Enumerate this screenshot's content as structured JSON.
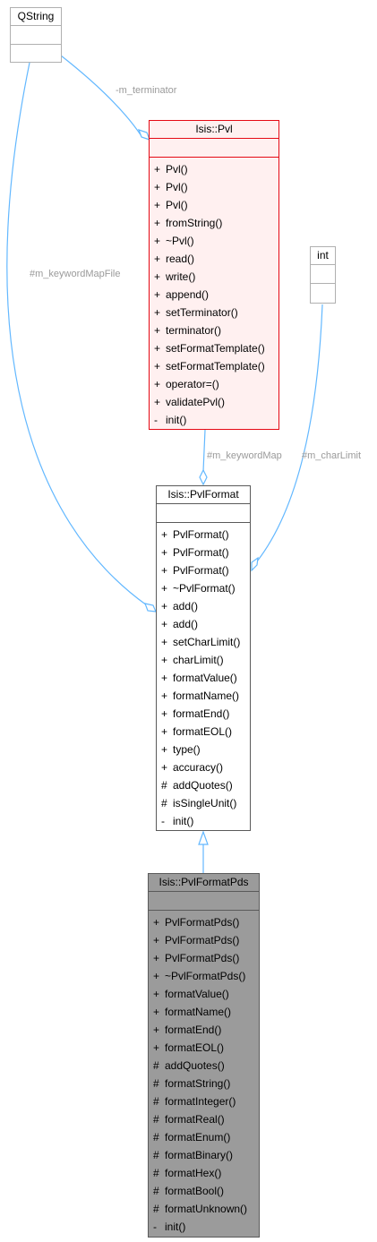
{
  "classes": {
    "qstring": {
      "name": "QString"
    },
    "int": {
      "name": "int"
    },
    "pvl": {
      "name": "Isis::Pvl",
      "ops": [
        {
          "vis": "+",
          "name": "Pvl()"
        },
        {
          "vis": "+",
          "name": "Pvl()"
        },
        {
          "vis": "+",
          "name": "Pvl()"
        },
        {
          "vis": "+",
          "name": "fromString()"
        },
        {
          "vis": "+",
          "name": "~Pvl()"
        },
        {
          "vis": "+",
          "name": "read()"
        },
        {
          "vis": "+",
          "name": "write()"
        },
        {
          "vis": "+",
          "name": "append()"
        },
        {
          "vis": "+",
          "name": "setTerminator()"
        },
        {
          "vis": "+",
          "name": "terminator()"
        },
        {
          "vis": "+",
          "name": "setFormatTemplate()"
        },
        {
          "vis": "+",
          "name": "setFormatTemplate()"
        },
        {
          "vis": "+",
          "name": "operator=()"
        },
        {
          "vis": "+",
          "name": "validatePvl()"
        },
        {
          "vis": "-",
          "name": "init()"
        }
      ]
    },
    "pvlformat": {
      "name": "Isis::PvlFormat",
      "ops": [
        {
          "vis": "+",
          "name": "PvlFormat()"
        },
        {
          "vis": "+",
          "name": "PvlFormat()"
        },
        {
          "vis": "+",
          "name": "PvlFormat()"
        },
        {
          "vis": "+",
          "name": "~PvlFormat()"
        },
        {
          "vis": "+",
          "name": "add()"
        },
        {
          "vis": "+",
          "name": "add()"
        },
        {
          "vis": "+",
          "name": "setCharLimit()"
        },
        {
          "vis": "+",
          "name": "charLimit()"
        },
        {
          "vis": "+",
          "name": "formatValue()"
        },
        {
          "vis": "+",
          "name": "formatName()"
        },
        {
          "vis": "+",
          "name": "formatEnd()"
        },
        {
          "vis": "+",
          "name": "formatEOL()"
        },
        {
          "vis": "+",
          "name": "type()"
        },
        {
          "vis": "+",
          "name": "accuracy()"
        },
        {
          "vis": "#",
          "name": "addQuotes()"
        },
        {
          "vis": "#",
          "name": "isSingleUnit()"
        },
        {
          "vis": "-",
          "name": "init()"
        }
      ]
    },
    "pvlformatpds": {
      "name": "Isis::PvlFormatPds",
      "ops": [
        {
          "vis": "+",
          "name": "PvlFormatPds()"
        },
        {
          "vis": "+",
          "name": "PvlFormatPds()"
        },
        {
          "vis": "+",
          "name": "PvlFormatPds()"
        },
        {
          "vis": "+",
          "name": "~PvlFormatPds()"
        },
        {
          "vis": "+",
          "name": "formatValue()"
        },
        {
          "vis": "+",
          "name": "formatName()"
        },
        {
          "vis": "+",
          "name": "formatEnd()"
        },
        {
          "vis": "+",
          "name": "formatEOL()"
        },
        {
          "vis": "#",
          "name": "addQuotes()"
        },
        {
          "vis": "#",
          "name": "formatString()"
        },
        {
          "vis": "#",
          "name": "formatInteger()"
        },
        {
          "vis": "#",
          "name": "formatReal()"
        },
        {
          "vis": "#",
          "name": "formatEnum()"
        },
        {
          "vis": "#",
          "name": "formatBinary()"
        },
        {
          "vis": "#",
          "name": "formatHex()"
        },
        {
          "vis": "#",
          "name": "formatBool()"
        },
        {
          "vis": "#",
          "name": "formatUnknown()"
        },
        {
          "vis": "-",
          "name": "init()"
        }
      ]
    }
  },
  "edges": {
    "m_terminator": "-m_terminator",
    "m_keywordMapFile": "#m_keywordMapFile",
    "m_keywordMap": "#m_keywordMap",
    "m_charLimit": "#m_charLimit"
  },
  "colors": {
    "edge": "#63b8ff",
    "label": "#9a9a9a",
    "highlight_border": "#e50914",
    "highlight_fill": "#fff0f0",
    "current_fill": "#9b9b9b"
  }
}
